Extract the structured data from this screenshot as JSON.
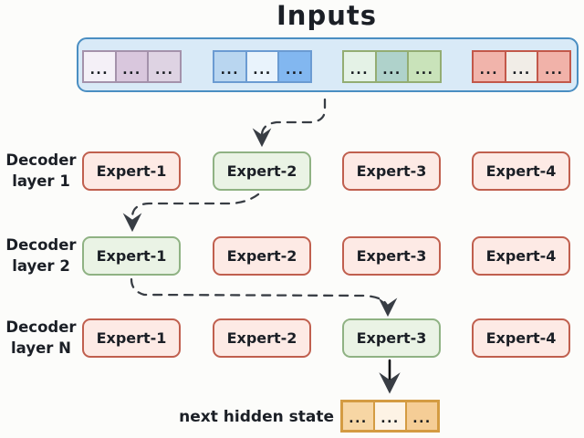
{
  "title": "Inputs",
  "colors": {
    "background": "#fcfcfa",
    "container_fill": "#d9eaf7",
    "container_border": "#4a8ec2",
    "expert_default_fill": "#fdeae5",
    "expert_default_border": "#c05f4e",
    "expert_selected_fill": "#eaf3e5",
    "expert_selected_border": "#8fb283",
    "arrow": "#383d44",
    "text": "#1b1f26"
  },
  "input_strip": {
    "groups": [
      {
        "name": "purple-tokens",
        "border": "#a492ab",
        "cells": [
          "#f4f0f7",
          "#d9c7dd",
          "#ded3e3"
        ],
        "token": "..."
      },
      {
        "name": "blue-tokens",
        "border": "#6b9bd2",
        "cells": [
          "#b9d6f0",
          "#e9f3fc",
          "#82b7f0"
        ],
        "token": "..."
      },
      {
        "name": "green-tokens",
        "border": "#93ad73",
        "cells": [
          "#e4f2e6",
          "#afd2cb",
          "#c9e3ba"
        ],
        "token": "..."
      },
      {
        "name": "red-tokens",
        "border": "#c2584a",
        "cells": [
          "#f1b4ab",
          "#f1ede7",
          "#f1b2a9"
        ],
        "token": "..."
      }
    ]
  },
  "layers": [
    {
      "label_line1": "Decoder",
      "label_line2": "layer 1",
      "experts": [
        {
          "label": "Expert-1",
          "selected": false
        },
        {
          "label": "Expert-2",
          "selected": true
        },
        {
          "label": "Expert-3",
          "selected": false
        },
        {
          "label": "Expert-4",
          "selected": false
        }
      ]
    },
    {
      "label_line1": "Decoder",
      "label_line2": "layer 2",
      "experts": [
        {
          "label": "Expert-1",
          "selected": true
        },
        {
          "label": "Expert-2",
          "selected": false
        },
        {
          "label": "Expert-3",
          "selected": false
        },
        {
          "label": "Expert-4",
          "selected": false
        }
      ]
    },
    {
      "label_line1": "Decoder",
      "label_line2": "layer N",
      "experts": [
        {
          "label": "Expert-1",
          "selected": false
        },
        {
          "label": "Expert-2",
          "selected": false
        },
        {
          "label": "Expert-3",
          "selected": true
        },
        {
          "label": "Expert-4",
          "selected": false
        }
      ]
    }
  ],
  "output": {
    "label": "next hidden state",
    "border": "#d49b42",
    "cells": [
      "#f7d6a4",
      "#fdf3e5",
      "#f5cd96"
    ],
    "token": "..."
  }
}
